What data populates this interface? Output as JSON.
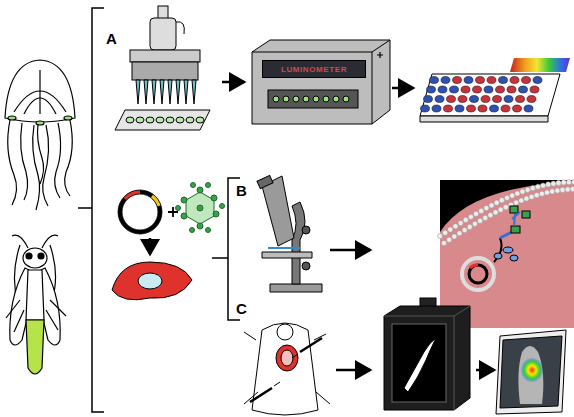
{
  "diagram": {
    "nodes": [
      {
        "text": [
          "LUMINOMETER"
        ]
      }
    ],
    "labels": [
      "A",
      "B",
      "C"
    ]
  }
}
